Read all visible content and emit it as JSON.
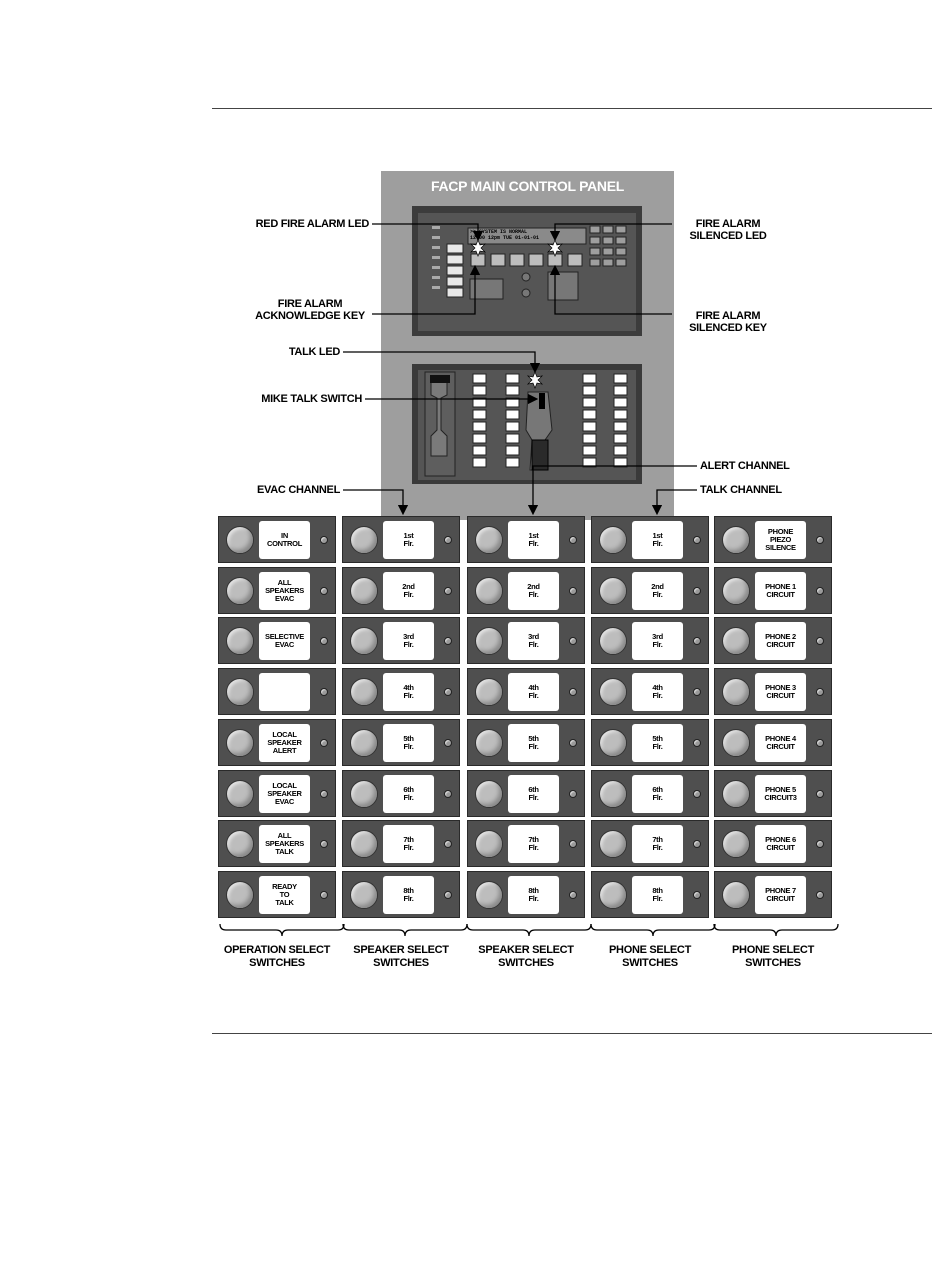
{
  "panel": {
    "title": "FACP MAIN CONTROL PANEL",
    "display_line1": ">> SYSTEM IS NORMAL",
    "display_line2": "12:00 12pm   TUE   01-01-01"
  },
  "callouts": {
    "red_fire_alarm_led": "RED FIRE ALARM LED",
    "fire_alarm_silenced_led": "FIRE ALARM\nSILENCED LED",
    "fire_alarm_acknowledge_key": "FIRE ALARM\nACKNOWLEDGE KEY",
    "fire_alarm_silenced_key": "FIRE ALARM\nSILENCED KEY",
    "talk_led": "TALK LED",
    "mike_talk_switch": "MIKE TALK SWITCH",
    "alert_channel": "ALERT CHANNEL",
    "evac_channel": "EVAC CHANNEL",
    "talk_channel": "TALK CHANNEL"
  },
  "switch_columns": [
    {
      "group_label": "OPERATION SELECT\nSWITCHES",
      "labels": [
        "IN\nCONTROL",
        "ALL\nSPEAKERS\nEVAC",
        "SELECTIVE\nEVAC",
        "",
        "LOCAL\nSPEAKER\nALERT",
        "LOCAL\nSPEAKER\nEVAC",
        "ALL\nSPEAKERS\nTALK",
        "READY\nTO\nTALK"
      ]
    },
    {
      "group_label": "SPEAKER SELECT\nSWITCHES",
      "labels": [
        "1st\nFlr.",
        "2nd\nFlr.",
        "3rd\nFlr.",
        "4th\nFlr.",
        "5th\nFlr.",
        "6th\nFlr.",
        "7th\nFlr.",
        "8th\nFlr."
      ]
    },
    {
      "group_label": "SPEAKER SELECT\nSWITCHES",
      "labels": [
        "1st\nFlr.",
        "2nd\nFlr.",
        "3rd\nFlr.",
        "4th\nFlr.",
        "5th\nFlr.",
        "6th\nFlr.",
        "7th\nFlr.",
        "8th\nFlr."
      ]
    },
    {
      "group_label": "PHONE SELECT\nSWITCHES",
      "labels": [
        "1st\nFlr.",
        "2nd\nFlr.",
        "3rd\nFlr.",
        "4th\nFlr.",
        "5th\nFlr.",
        "6th\nFlr.",
        "7th\nFlr.",
        "8th\nFlr."
      ]
    },
    {
      "group_label": "PHONE SELECT\nSWITCHES",
      "labels": [
        "PHONE\nPIEZO\nSILENCE",
        "PHONE 1\nCIRCUIT",
        "PHONE 2\nCIRCUIT",
        "PHONE 3\nCIRCUIT",
        "PHONE 4\nCIRCUIT",
        "PHONE 5\nCIRCUIT3",
        "PHONE 6\nCIRCUIT",
        "PHONE 7\nCIRCUIT"
      ]
    }
  ]
}
